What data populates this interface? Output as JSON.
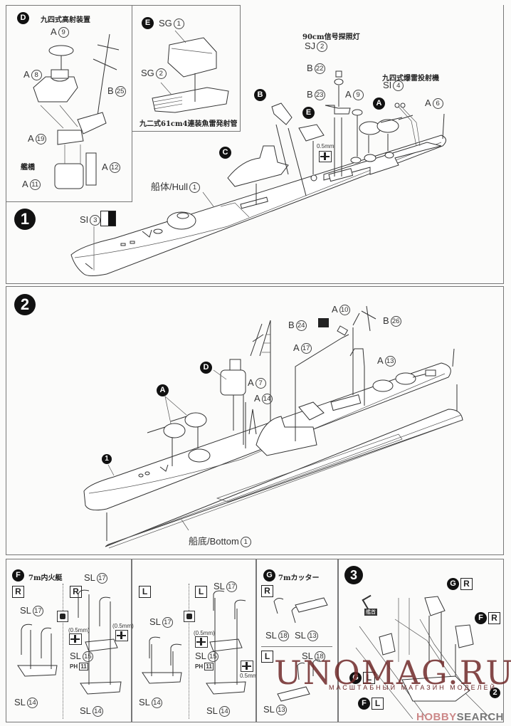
{
  "panel_d": {
    "badge": "D",
    "title": "九四式高射装置",
    "parts": [
      {
        "prefix": "A",
        "num": "9"
      },
      {
        "prefix": "A",
        "num": "8"
      },
      {
        "prefix": "B",
        "num": "25"
      },
      {
        "prefix": "A",
        "num": "19"
      },
      {
        "prefix": "A",
        "num": "12"
      },
      {
        "prefix": "A",
        "num": "11"
      }
    ],
    "bridge_label": "艦橋"
  },
  "panel_e": {
    "badge": "E",
    "parts": [
      {
        "prefix": "SG",
        "num": "1"
      },
      {
        "prefix": "SG",
        "num": "2"
      }
    ],
    "caption": "九二式61cm4連装魚雷発射管"
  },
  "step1": {
    "number": "1",
    "searchlight_title": "90cm信号探照灯",
    "depth_charge_title": "九四式爆雷投射機",
    "hull_label": "船体/Hull",
    "hull_num": "1",
    "parts": [
      {
        "prefix": "SJ",
        "num": "2"
      },
      {
        "prefix": "B",
        "num": "22"
      },
      {
        "prefix": "B",
        "num": "23"
      },
      {
        "prefix": "A",
        "num": "9"
      },
      {
        "prefix": "SI",
        "num": "4"
      },
      {
        "prefix": "A",
        "num": "6"
      },
      {
        "prefix": "SI",
        "num": "3"
      }
    ],
    "subassemblies": [
      "B",
      "E",
      "A",
      "C"
    ],
    "drill_note": "0.5mm"
  },
  "step2": {
    "number": "2",
    "bottom_label": "船底/Bottom",
    "bottom_num": "1",
    "parts": [
      {
        "prefix": "B",
        "num": "24"
      },
      {
        "prefix": "A",
        "num": "10"
      },
      {
        "prefix": "B",
        "num": "26"
      },
      {
        "prefix": "A",
        "num": "17"
      },
      {
        "prefix": "A",
        "num": "13"
      },
      {
        "prefix": "A",
        "num": "7"
      },
      {
        "prefix": "A",
        "num": "14"
      }
    ],
    "subassemblies": [
      "D",
      "A"
    ],
    "ref_step": "1"
  },
  "panel_f": {
    "badge": "F",
    "title": "7m内火艇",
    "columns": [
      {
        "side": "R",
        "parts": [
          {
            "prefix": "SL",
            "num": "17"
          },
          {
            "prefix": "SL",
            "num": "14"
          }
        ]
      },
      {
        "side": "R",
        "parts": [
          {
            "prefix": "SL",
            "num": "17"
          },
          {
            "prefix": "SL",
            "num": "15"
          },
          {
            "prefix": "SL",
            "num": "14"
          }
        ],
        "drill_left": "(0.5mm)",
        "drill_right": "(0.5mm)",
        "ph": "PH",
        "ph_num": "11"
      },
      {
        "side": "L",
        "parts": [
          {
            "prefix": "SL",
            "num": "17"
          },
          {
            "prefix": "SL",
            "num": "14"
          }
        ]
      },
      {
        "side": "L",
        "parts": [
          {
            "prefix": "SL",
            "num": "17"
          },
          {
            "prefix": "SL",
            "num": "15"
          },
          {
            "prefix": "SL",
            "num": "14"
          }
        ],
        "drill_left": "(0.5mm)",
        "drill_right": "0.5mm",
        "ph": "PH",
        "ph_num": "11"
      }
    ]
  },
  "panel_g": {
    "badge": "G",
    "title": "7mカッター",
    "rows": [
      {
        "side": "R",
        "parts": [
          {
            "prefix": "SL",
            "num": "18"
          },
          {
            "prefix": "SL",
            "num": "13"
          }
        ]
      },
      {
        "side": "L",
        "parts": [
          {
            "prefix": "SL",
            "num": "18"
          },
          {
            "prefix": "SL",
            "num": "13"
          }
        ]
      }
    ]
  },
  "step3": {
    "number": "3",
    "bow_tag": "艦首",
    "callouts": [
      {
        "badge": "G",
        "side": "R"
      },
      {
        "badge": "F",
        "side": "R"
      },
      {
        "badge": "G",
        "side": "L"
      },
      {
        "badge": "F",
        "side": "L"
      }
    ],
    "ref_step": "2"
  },
  "watermark": {
    "main": "UNOMAG.RU",
    "sub": "МАСШТАБНЫЙ МАГАЗИН МОДЕЛЕЙ"
  },
  "hobby_search": {
    "part1": "HOBBY",
    "part2": "SEARCH"
  }
}
